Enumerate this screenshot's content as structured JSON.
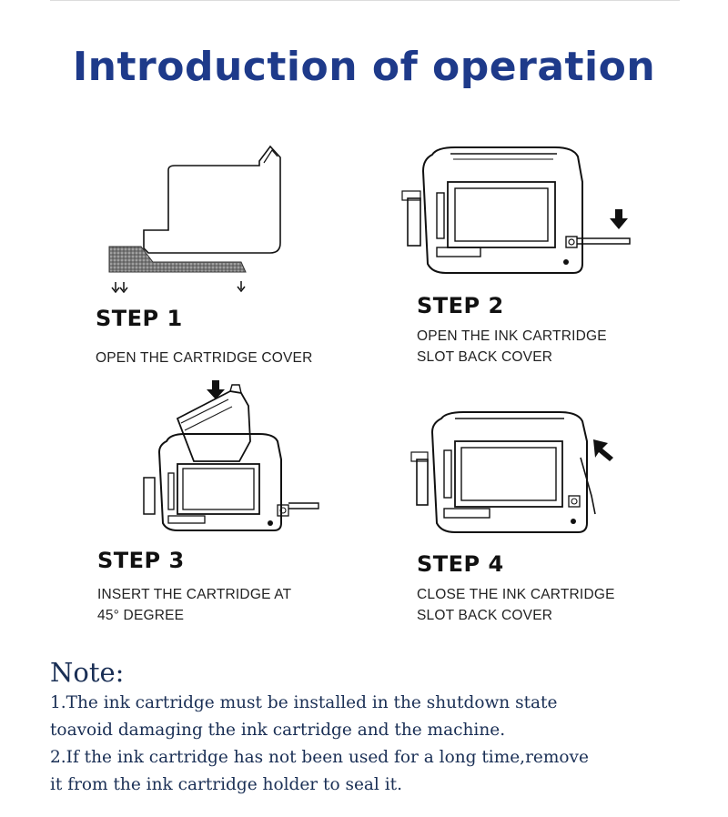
{
  "page": {
    "title": "Introduction of operation",
    "accent_color": "#1e3a8a"
  },
  "steps": [
    {
      "heading": "STEP 1",
      "desc_lines": [
        "OPEN THE CARTRIDGE COVER"
      ],
      "illustration": "cartridge-cover-open"
    },
    {
      "heading": "STEP 2",
      "desc_lines": [
        "OPEN THE INK CARTRIDGE",
        "SLOT BACK COVER"
      ],
      "illustration": "printer-back-cover-open"
    },
    {
      "heading": "STEP 3",
      "desc_lines": [
        "INSERT THE CARTRIDGE AT",
        "45° DEGREE"
      ],
      "illustration": "printer-insert-cartridge"
    },
    {
      "heading": "STEP 4",
      "desc_lines": [
        "CLOSE THE INK CARTRIDGE",
        "SLOT BACK COVER"
      ],
      "illustration": "printer-back-cover-close"
    }
  ],
  "note": {
    "heading": "Note:",
    "lines": [
      "1.The ink cartridge must be installed in the shutdown state",
      "toavoid damaging the ink cartridge and the machine.",
      "2.If the ink cartridge has not been used for a long time,remove",
      "it from the ink cartridge holder to seal it."
    ],
    "color": "#1a2f55"
  }
}
